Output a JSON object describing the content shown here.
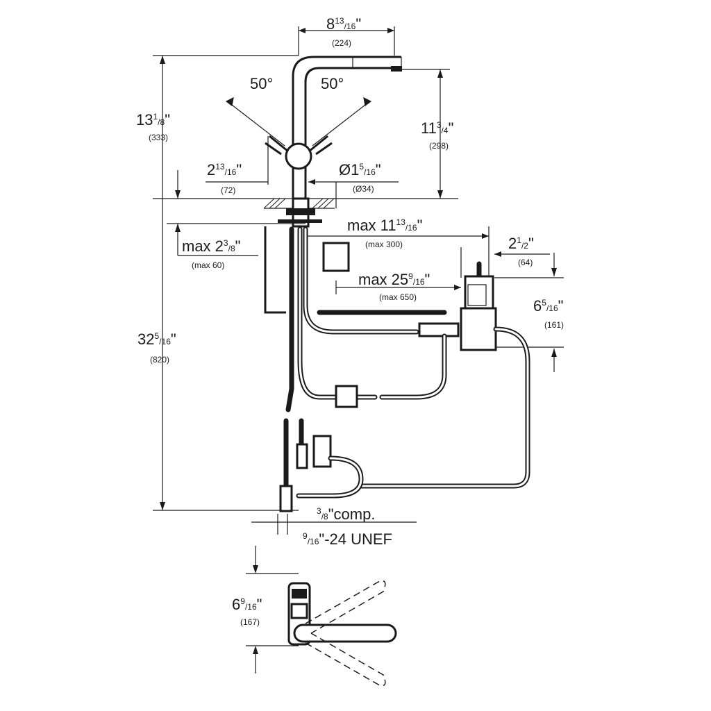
{
  "dimensions": {
    "top_width": {
      "whole": "8",
      "num": "13",
      "den": "16",
      "unit": "\"",
      "mm": "(224)"
    },
    "left_height": {
      "whole": "13",
      "num": "1",
      "den": "8",
      "unit": "\"",
      "mm": "(333)"
    },
    "spout_height": {
      "whole": "11",
      "num": "3",
      "den": "4",
      "unit": "\"",
      "mm": "(298)"
    },
    "angle_left": "50°",
    "angle_right": "50°",
    "lever_height": {
      "whole": "2",
      "num": "13",
      "den": "16",
      "unit": "\"",
      "mm": "(72)"
    },
    "diameter": {
      "whole": "Ø1",
      "num": "5",
      "den": "16",
      "unit": "\"",
      "mm": "(Ø34)"
    },
    "max_reach": {
      "whole": "max 11",
      "num": "13",
      "den": "16",
      "unit": "\"",
      "mm": "(max 300)"
    },
    "deck_thickness": {
      "whole": "max 2",
      "num": "3",
      "den": "8",
      "unit": "\"",
      "mm": "(max 60)"
    },
    "side_width": {
      "whole": "2",
      "num": "1",
      "den": "2",
      "unit": "\"",
      "mm": "(64)"
    },
    "hose_length": {
      "whole": "max 25",
      "num": "9",
      "den": "16",
      "unit": "\"",
      "mm": "(max 650)"
    },
    "box_height": {
      "whole": "6",
      "num": "5",
      "den": "16",
      "unit": "\"",
      "mm": "(161)"
    },
    "total_height": {
      "whole": "32",
      "num": "5",
      "den": "16",
      "unit": "\"",
      "mm": "(820)"
    },
    "bottom_height": {
      "whole": "6",
      "num": "9",
      "den": "16",
      "unit": "\"",
      "mm": "(167)"
    }
  },
  "connections": {
    "comp": {
      "num": "3",
      "den": "8",
      "text": "\"comp."
    },
    "unef": {
      "num": "9",
      "den": "16",
      "text": "\"-24 UNEF"
    }
  }
}
